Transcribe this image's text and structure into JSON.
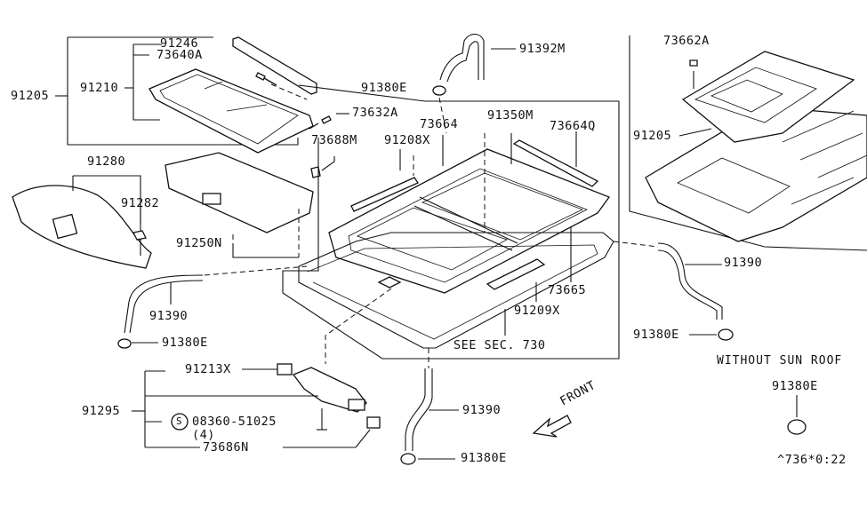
{
  "labels": {
    "p91246": "91246",
    "p73640A": "73640A",
    "p91210": "91210",
    "p91205": "91205",
    "p73632A": "73632A",
    "p73688M": "73688M",
    "p91380E_top": "91380E",
    "p91392M": "91392M",
    "p91208X": "91208X",
    "p73664": "73664",
    "p91350M": "91350M",
    "p73664Q": "73664Q",
    "p91280": "91280",
    "p91282": "91282",
    "p91250N": "91250N",
    "p91390_left": "91390",
    "p91380E_left": "91380E",
    "p73665": "73665",
    "p91209X": "91209X",
    "see_sec": "SEE SEC. 730",
    "p91213X": "91213X",
    "p91295": "91295",
    "screw_code": "08360-51025",
    "screw_qty": "(4)",
    "screw_symbol": "S",
    "p73686N": "73686N",
    "p91390_bottom": "91390",
    "p91380E_bottom": "91380E",
    "front": "FRONT",
    "p73662A": "73662A",
    "p91205_right": "91205",
    "p91390_right": "91390",
    "p91380E_right": "91380E",
    "without_sun_roof": "WITHOUT SUN ROOF",
    "p91380E_ws": "91380E",
    "diagram_code": "^736*0:22"
  }
}
